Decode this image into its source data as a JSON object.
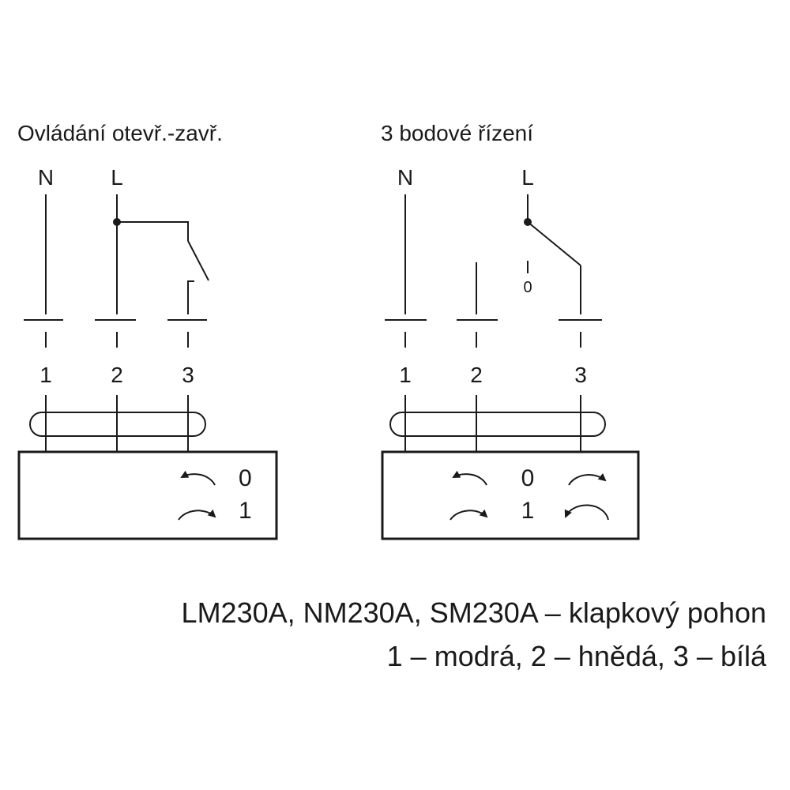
{
  "left_diagram": {
    "title": "Ovládání otevř.-zavř.",
    "terminal_labels": [
      "N",
      "L"
    ],
    "wire_numbers": [
      "1",
      "2",
      "3"
    ],
    "state_labels": [
      "0",
      "1"
    ]
  },
  "right_diagram": {
    "title": "3 bodové řízení",
    "terminal_labels": [
      "N",
      "L"
    ],
    "switch_off_label": "0",
    "wire_numbers": [
      "1",
      "2",
      "3"
    ],
    "state_labels": [
      "0",
      "1"
    ]
  },
  "caption": {
    "line1": "LM230A, NM230A, SM230A – klapkový pohon",
    "line2": "1 – modrá, 2 – hnědá, 3 – bílá"
  }
}
